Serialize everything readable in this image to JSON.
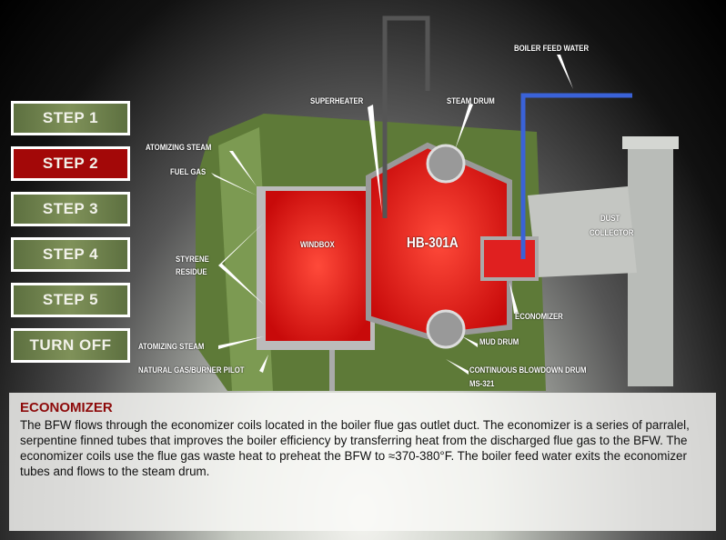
{
  "steps": [
    {
      "label": "STEP 1",
      "active": false
    },
    {
      "label": "STEP 2",
      "active": true
    },
    {
      "label": "STEP 3",
      "active": false
    },
    {
      "label": "STEP 4",
      "active": false
    },
    {
      "label": "STEP 5",
      "active": false
    },
    {
      "label": "TURN OFF",
      "active": false
    }
  ],
  "diagram": {
    "boiler_feed_water": "BOILER FEED WATER",
    "superheater": "SUPERHEATER",
    "steam_drum": "STEAM DRUM",
    "atomizing_steam_top": "ATOMIZING STEAM",
    "fuel_gas": "FUEL GAS",
    "dust_collector_1": "DUST",
    "dust_collector_2": "COLLECTOR",
    "windbox": "WINDBOX",
    "boiler_id": "HB-301A",
    "styrene_1": "STYRENE",
    "styrene_2": "RESIDUE",
    "economizer": "ECONOMIZER",
    "atomizing_steam_bottom": "ATOMIZING STEAM",
    "mud_drum": "MUD DRUM",
    "natural_gas": "NATURAL GAS/BURNER PILOT",
    "blowdown_1": "CONTINUOUS BLOWDOWN DRUM",
    "blowdown_2": "MS-321"
  },
  "info": {
    "title": "ECONOMIZER",
    "body": "The BFW flows through the economizer coils located in the boiler flue gas outlet duct. The economizer is a series of parralel, serpentine finned tubes that improves the boiler efficiency by transferring heat from the discharged flue gas to the BFW. The economizer coils use the flue gas waste heat to preheat the BFW to ≈370-380°F. The boiler feed water exits the economizer tubes and flows to the steam drum."
  },
  "colors": {
    "accent": "#8d0a0a",
    "active_step": "#a30808",
    "step": "#6f8049",
    "bfw_pipe": "#3a62d8"
  }
}
